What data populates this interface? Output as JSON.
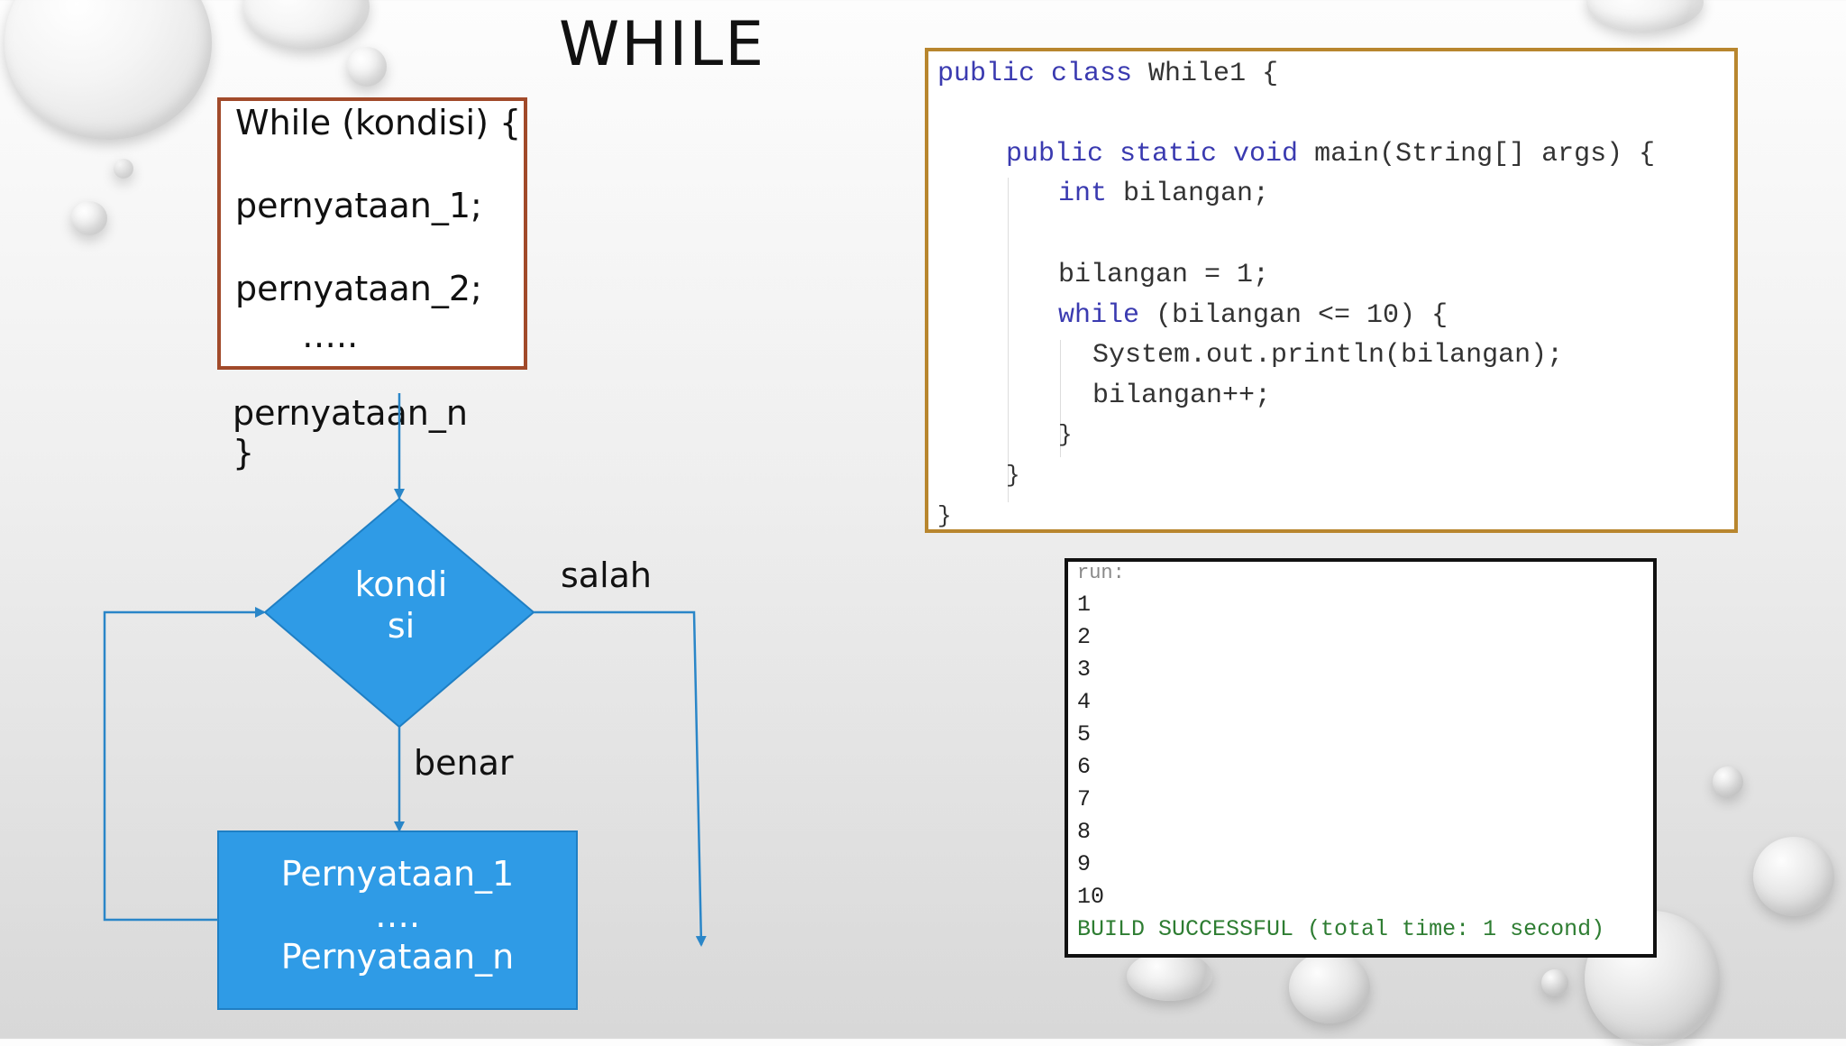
{
  "title": "WHILE",
  "syntax": {
    "lines": [
      "While (kondisi) {",
      "pernyataan_1;",
      "pernyataan_2;",
      "….."
    ],
    "outside_lines": [
      "pernyataan_n",
      "}"
    ]
  },
  "flowchart": {
    "diamond_lines": [
      "kondi",
      "si"
    ],
    "false_label": "salah",
    "true_label": "benar",
    "box_lines": [
      "Pernyataan_1",
      "….",
      "Pernyataan_n"
    ],
    "colors": {
      "fill": "#2f9be6",
      "stroke": "#1f7fc4",
      "arrow": "#2a86c8"
    }
  },
  "code": {
    "lines": [
      {
        "kw": "public class",
        "rest": " While1 {"
      },
      {
        "kw": "",
        "rest": ""
      },
      {
        "kw": "public static void",
        "rest": " main(String[] args) {"
      },
      {
        "kw": "int",
        "rest": " bilangan;"
      },
      {
        "kw": "",
        "rest": ""
      },
      {
        "kw": "",
        "rest": "bilangan = 1;"
      },
      {
        "kw": "while",
        "rest": " (bilangan <= 10) {"
      },
      {
        "kw": "",
        "rest": "System.out.println(bilangan);"
      },
      {
        "kw": "",
        "rest": "bilangan++;"
      },
      {
        "kw": "",
        "rest": "}"
      },
      {
        "kw": "",
        "rest": "}"
      },
      {
        "kw": "",
        "rest": "}"
      }
    ]
  },
  "output": {
    "header": "run:",
    "numbers": [
      "1",
      "2",
      "3",
      "4",
      "5",
      "6",
      "7",
      "8",
      "9",
      "10"
    ],
    "status": "BUILD SUCCESSFUL (total time: 1 second)",
    "colors": {
      "header": "#888888",
      "status": "#2e7d32"
    }
  }
}
